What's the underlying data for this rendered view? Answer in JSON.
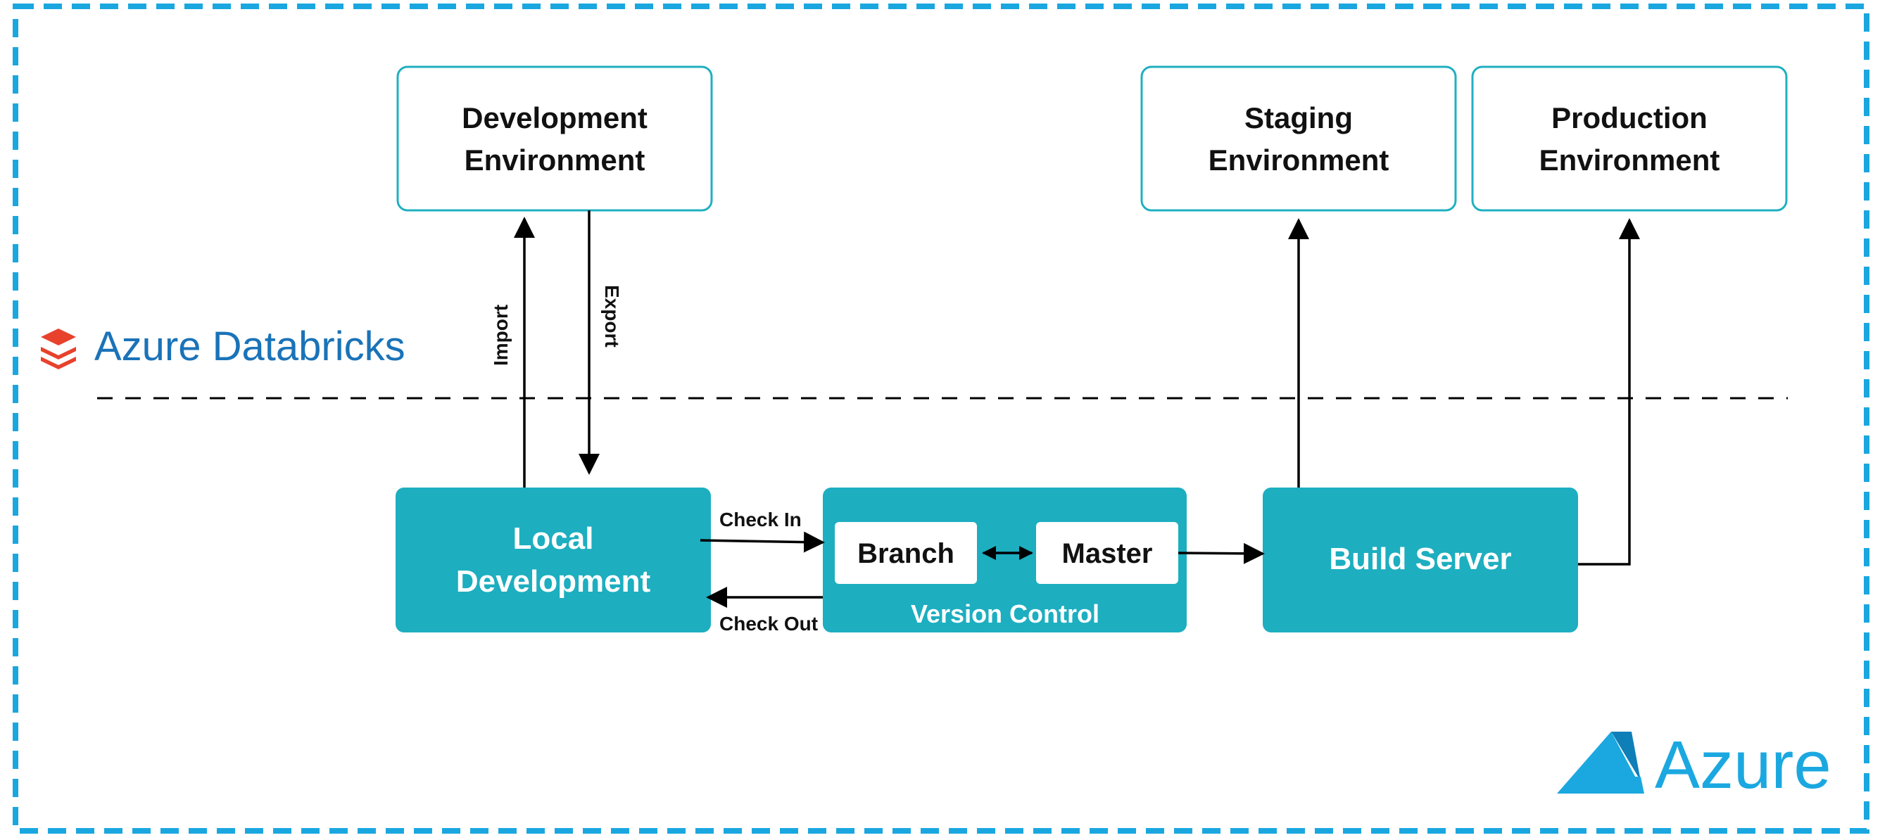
{
  "databricks_label": "Azure Databricks",
  "azure_label": "Azure",
  "nodes": {
    "dev_env": {
      "line1": "Development",
      "line2": "Environment"
    },
    "staging_env": {
      "line1": "Staging",
      "line2": "Environment"
    },
    "prod_env": {
      "line1": "Production",
      "line2": "Environment"
    },
    "local_dev": {
      "line1": "Local",
      "line2": "Development"
    },
    "version_control": {
      "label": "Version Control",
      "branch": "Branch",
      "master": "Master"
    },
    "build_server": {
      "label": "Build Server"
    }
  },
  "edges": {
    "import": "Import",
    "export": "Export",
    "check_in": "Check In",
    "check_out": "Check Out"
  },
  "colors": {
    "frame": "#1aa7e0",
    "box_fill": "#1daec0",
    "box_outline": "#1fb0c1",
    "databricks_text": "#1a73b8",
    "databricks_icon": "#e8412c",
    "azure_logo": "#1ba8e0"
  }
}
